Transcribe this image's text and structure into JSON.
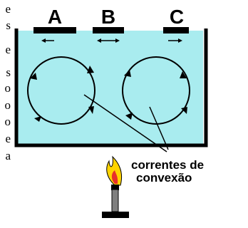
{
  "labels": {
    "plate_a": "A",
    "plate_b": "B",
    "plate_c": "C"
  },
  "caption": {
    "line1": "correntes de",
    "line2": "convexão"
  },
  "left_text_fragments": [
    "e",
    "s",
    "e",
    "s",
    "o",
    "o",
    "o",
    "e",
    "a"
  ],
  "colors": {
    "water": "#a9ecef",
    "container": "#000000",
    "plate": "#000000",
    "flame_outer": "#ffd400",
    "flame_inner": "#e8302a",
    "burner": "#7f7f7f"
  },
  "icons": {
    "burner": "bunsen-burner-icon",
    "flame": "flame-icon"
  }
}
